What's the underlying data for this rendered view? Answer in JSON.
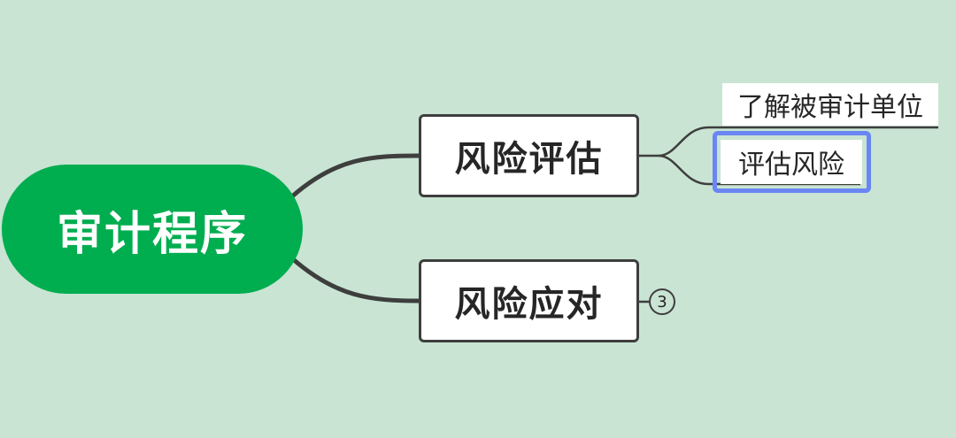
{
  "colors": {
    "background": "#c9e4d3",
    "root_fill": "#00ad4f",
    "root_text": "#ffffff",
    "line": "#3e3e3e",
    "selection": "#6a86f4"
  },
  "mindmap": {
    "root": {
      "label": "审计程序"
    },
    "branches": [
      {
        "label": "风险评估",
        "children": [
          {
            "label": "了解被审计单位"
          },
          {
            "label": "评估风险",
            "selected": true
          }
        ]
      },
      {
        "label": "风险应对",
        "collapsed_count": "3"
      }
    ]
  }
}
